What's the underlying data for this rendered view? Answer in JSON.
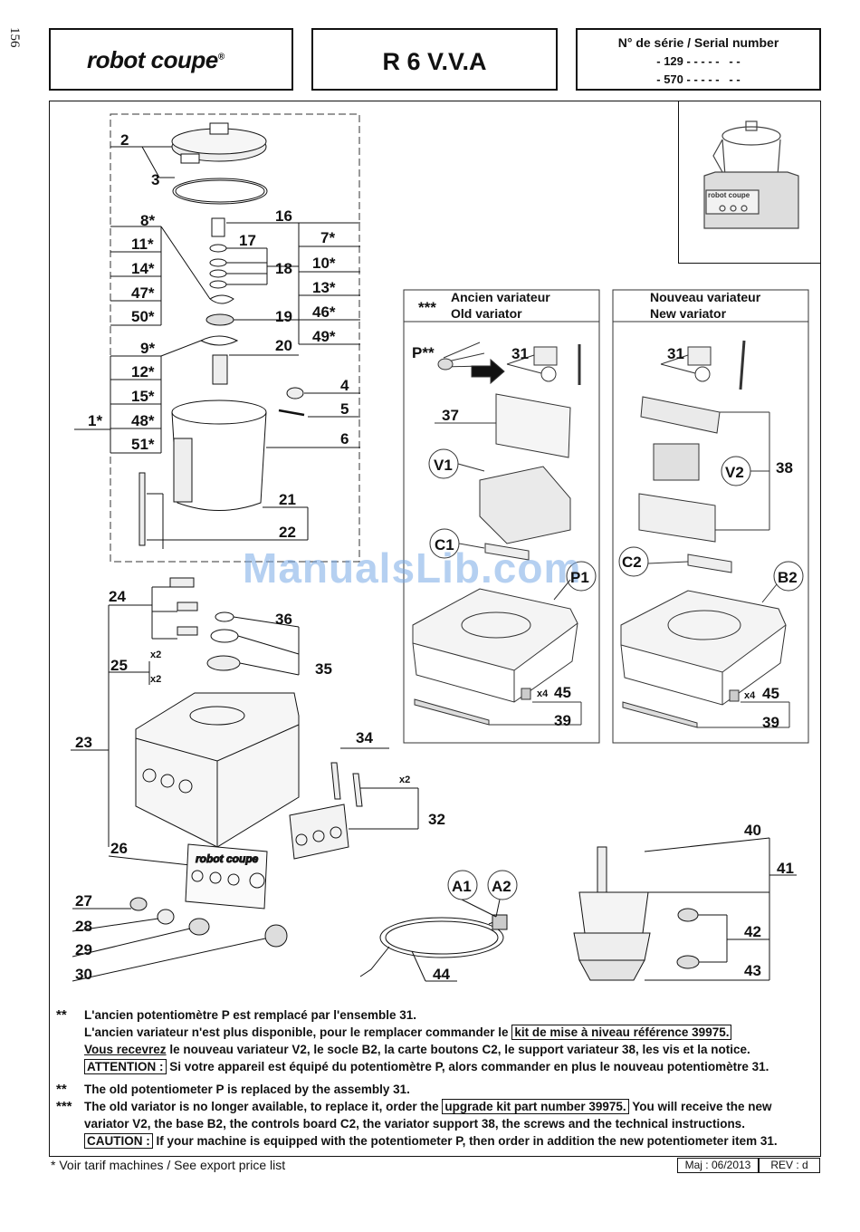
{
  "page": {
    "side_number": "156"
  },
  "header": {
    "brand": "robot coupe",
    "registered": "®",
    "model": "R 6 V.V.A",
    "serial_title": "N° de série / Serial number",
    "serial_1": "- 129 - - - - -   - -",
    "serial_2": "- 570 - - - - -   - -"
  },
  "watermark": "ManualsLib.com",
  "variators": {
    "old_stars": "***",
    "old_fr": "Ancien variateur",
    "old_en": "Old variator",
    "new_fr": "Nouveau variateur",
    "new_en": "New variator"
  },
  "part_labels": {
    "p2": "2",
    "p3": "3",
    "p16": "16",
    "p7": "7*",
    "p8": "8*",
    "p17": "17",
    "p11": "11*",
    "p10": "10*",
    "p18": "18",
    "p14": "14*",
    "p13": "13*",
    "p47": "47*",
    "p46": "46*",
    "p50": "50*",
    "p19": "19",
    "p49": "49*",
    "p9": "9*",
    "p20": "20",
    "p12": "12*",
    "p4": "4",
    "p15": "15*",
    "p5": "5",
    "p1": "1*",
    "p48": "48*",
    "p6": "6",
    "p51": "51*",
    "p21": "21",
    "p22": "22",
    "p24": "24",
    "p36": "36",
    "p25": "25",
    "p35": "35",
    "x2a": "x2",
    "x2b": "x2",
    "p23": "23",
    "p34": "34",
    "x2c": "x2",
    "p32": "32",
    "p26": "26",
    "p27": "27",
    "p28": "28",
    "p29": "29",
    "p30": "30",
    "p40": "40",
    "p41": "41",
    "p42": "42",
    "p43": "43",
    "p44": "44",
    "a1": "A1",
    "a2": "A2",
    "pstar": "P**",
    "p31a": "31",
    "p37": "37",
    "v1": "V1",
    "c1": "C1",
    "p1b": "P1",
    "x4a": "x4",
    "p45a": "45",
    "p39a": "39",
    "p31b": "31",
    "p38": "38",
    "v2": "V2",
    "c2": "C2",
    "b2": "B2",
    "x4b": "x4",
    "p45b": "45",
    "p39b": "39"
  },
  "notes_fr": {
    "stars": "**",
    "l1": "L'ancien potentiomètre P est remplacé par l'ensemble 31.",
    "l2a": "L'ancien variateur n'est plus disponible, pour le remplacer commander le",
    "l2b": "kit de mise à niveau référence 39975.",
    "l3a": "Vous recevrez",
    "l3b": " le nouveau variateur V2, le socle B2, la carte boutons C2, le support variateur 38, les vis et la notice.",
    "l4a": "ATTENTION :",
    "l4b": "Si votre appareil est équipé du potentiomètre P, alors commander en plus le nouveau potentiomètre 31."
  },
  "notes_en": {
    "stars2": "**",
    "l1": "The old potentiometer P is replaced by the assembly 31.",
    "stars3": "***",
    "l2a": "The old variator is no longer available, to replace it, order the",
    "l2b": "upgrade kit part number 39975.",
    "l2c": "You will receive the new",
    "l3": "variator V2, the base B2, the controls board C2, the variator support 38, the screws and the technical instructions.",
    "l4a": "CAUTION :",
    "l4b": "If your machine is equipped with the potentiometer P, then order in addition the new potentiometer item 31."
  },
  "footer": {
    "left": "* Voir tarif machines / See export price list",
    "maj": "Maj : 06/2013",
    "rev": "REV : d"
  }
}
